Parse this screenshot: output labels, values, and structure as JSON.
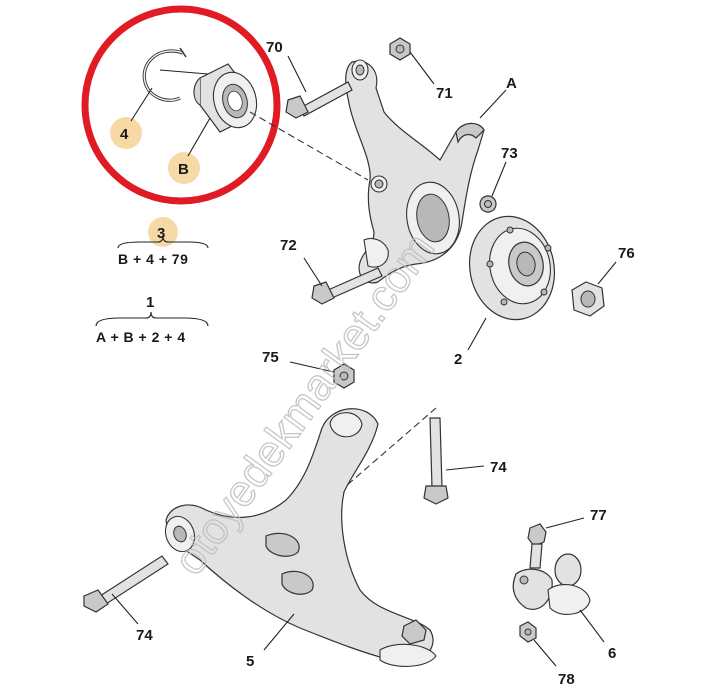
{
  "labels": {
    "p70": "70",
    "p71": "71",
    "pA": "A",
    "p73": "73",
    "p72": "72",
    "p76": "76",
    "p2": "2",
    "p75": "75",
    "p74a": "74",
    "p77": "77",
    "p74b": "74",
    "p6": "6",
    "p5": "5",
    "p78": "78",
    "p4": "4",
    "pB": "B",
    "p3": "3",
    "p1": "1"
  },
  "formulas": {
    "assembly3": "B + 4 + 79",
    "assembly1": "A + B + 2 + 4"
  },
  "watermark": "otoyedekmarket.com",
  "colors": {
    "highlight_circle": "#e01b24",
    "badge": "#f7d9a6"
  }
}
